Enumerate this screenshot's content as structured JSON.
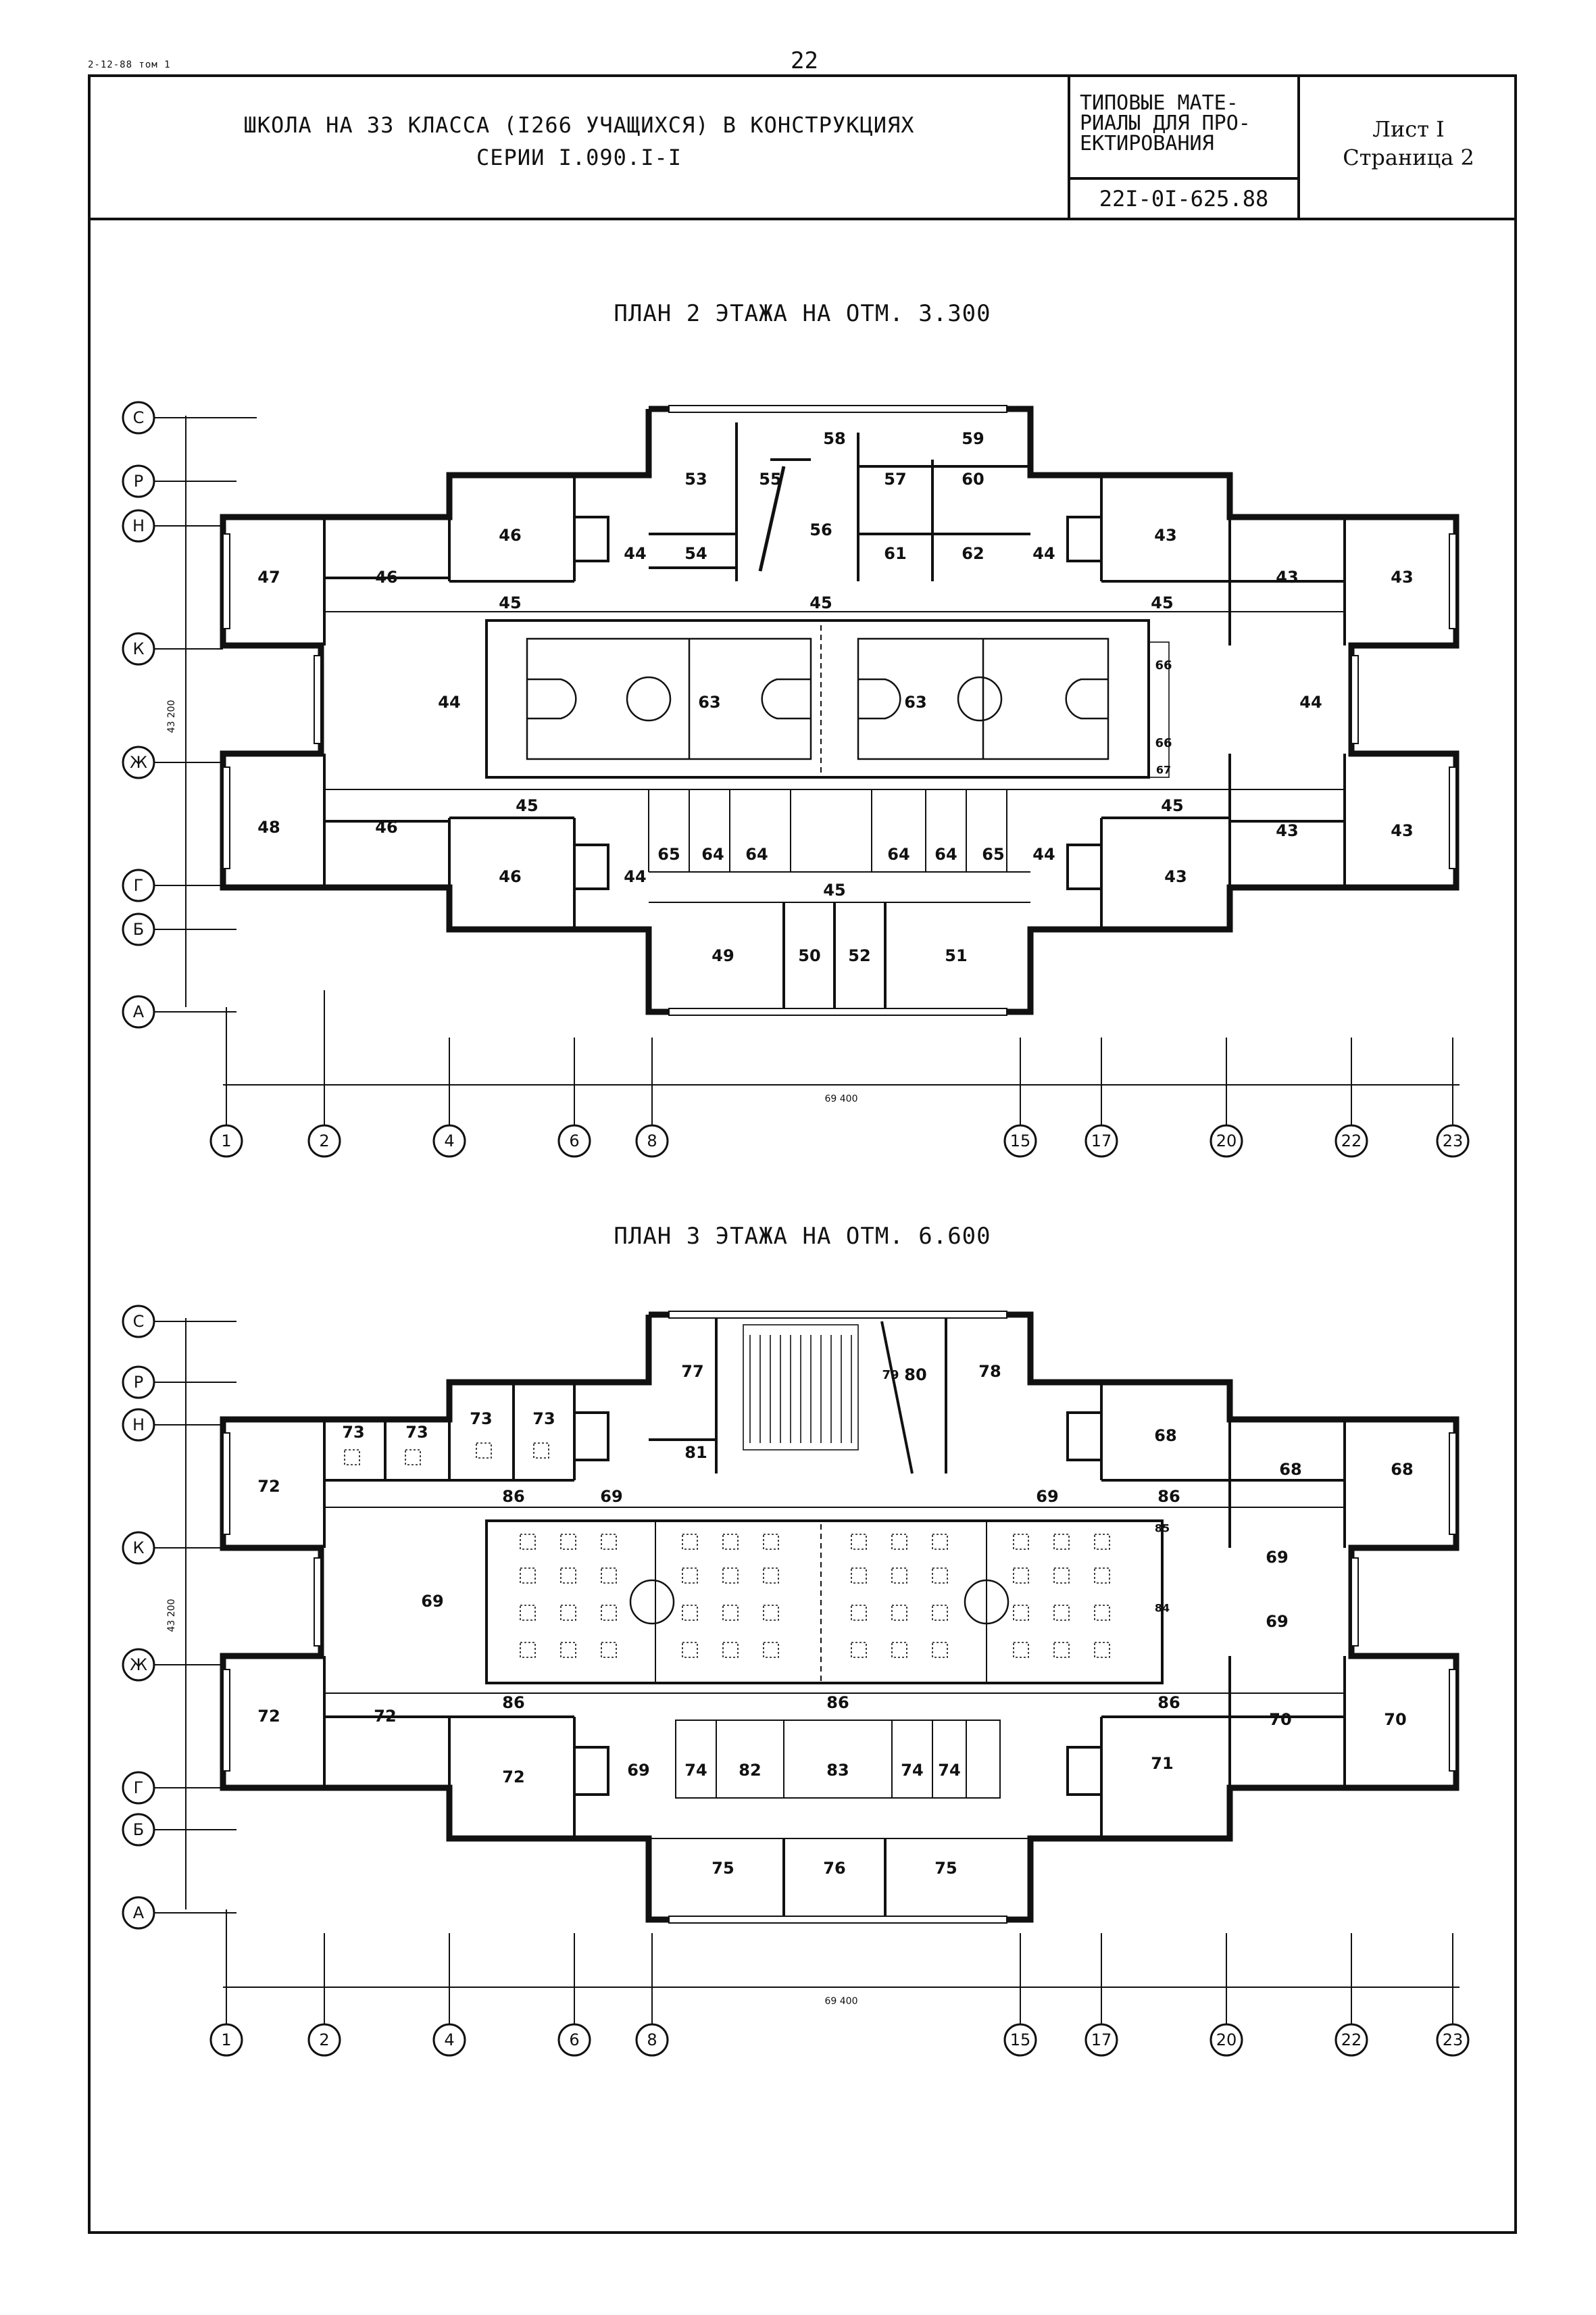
{
  "header": {
    "doc_note": "2-12-88 том 1",
    "page_number": "22"
  },
  "title_block": {
    "title_line1": "ШКОЛА НА 33 КЛАССА (I266 УЧАЩИХСЯ) В КОНСТРУКЦИЯХ",
    "title_line2": "СЕРИИ I.090.I-I",
    "series_line1": "ТИПОВЫЕ МАТЕ-",
    "series_line2": "РИАЛЫ ДЛЯ ПРО-",
    "series_line3": "ЕКТИРОВАНИЯ",
    "series_code": "22I-0I-625.88",
    "sheet_label": "Лист I",
    "page_label": "Страница 2"
  },
  "plans": [
    {
      "title": "ПЛАН 2 ЭТАЖА НА ОТМ. 3.300",
      "dimension_overall": "69 400",
      "dimension_vertical": "43 200",
      "room_labels": [
        "47",
        "46",
        "46",
        "46",
        "48",
        "46",
        "46",
        "45",
        "45",
        "45",
        "45",
        "45",
        "45",
        "44",
        "44",
        "44",
        "44",
        "44",
        "44",
        "53",
        "54",
        "55",
        "56",
        "58",
        "57",
        "61",
        "59",
        "60",
        "62",
        "43",
        "43",
        "43",
        "43",
        "43",
        "43",
        "43",
        "63",
        "63",
        "64",
        "65",
        "64",
        "64",
        "64",
        "64",
        "65",
        "66",
        "66",
        "67",
        "49",
        "50",
        "52",
        "51"
      ]
    },
    {
      "title": "ПЛАН 3 ЭТАЖА НА ОТМ. 6.600",
      "dimension_overall": "69 400",
      "dimension_vertical": "43 200",
      "room_labels": [
        "72",
        "73",
        "73",
        "73",
        "73",
        "86",
        "69",
        "69",
        "72",
        "72",
        "72",
        "86",
        "86",
        "69",
        "77",
        "81",
        "79",
        "80",
        "78",
        "68",
        "68",
        "68",
        "86",
        "69",
        "69",
        "86",
        "70",
        "70",
        "71",
        "74",
        "82",
        "83",
        "74",
        "74",
        "75",
        "76",
        "75",
        "85",
        "84"
      ]
    }
  ],
  "row_axes": [
    "С",
    "Р",
    "Н",
    "К",
    "Ж",
    "Г",
    "Б",
    "А"
  ],
  "column_axes": [
    "1",
    "2",
    "4",
    "6",
    "8",
    "15",
    "17",
    "20",
    "22",
    "23"
  ]
}
